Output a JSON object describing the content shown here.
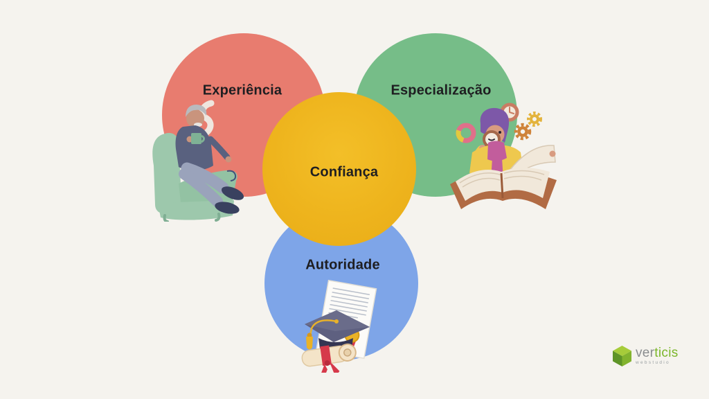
{
  "page": {
    "background_color": "#f5f3ee",
    "text_color": "#1e1e21"
  },
  "diagram": {
    "type": "venn",
    "circles": [
      {
        "label": "Experiência",
        "color": "#e87c6f",
        "position": "top-left"
      },
      {
        "label": "Especialização",
        "color": "#76bd88",
        "position": "top-right"
      },
      {
        "label": "Autoridade",
        "color": "#7ea5e8",
        "position": "bottom-center"
      },
      {
        "label": "Confiança",
        "color": "#eeb41d",
        "position": "center-overlap"
      }
    ]
  },
  "illustrations": {
    "experience": "elderly-man-in-armchair-with-steaming-mug",
    "specialization": "person-with-magnifying-glass-reading-big-book",
    "authority": "graduation-cap-diploma-scroll-certificate"
  },
  "logo": {
    "brand_prefix": "ver",
    "brand_suffix": "ticis",
    "subtitle": "webstudio",
    "accent_color": "#7ab629"
  }
}
